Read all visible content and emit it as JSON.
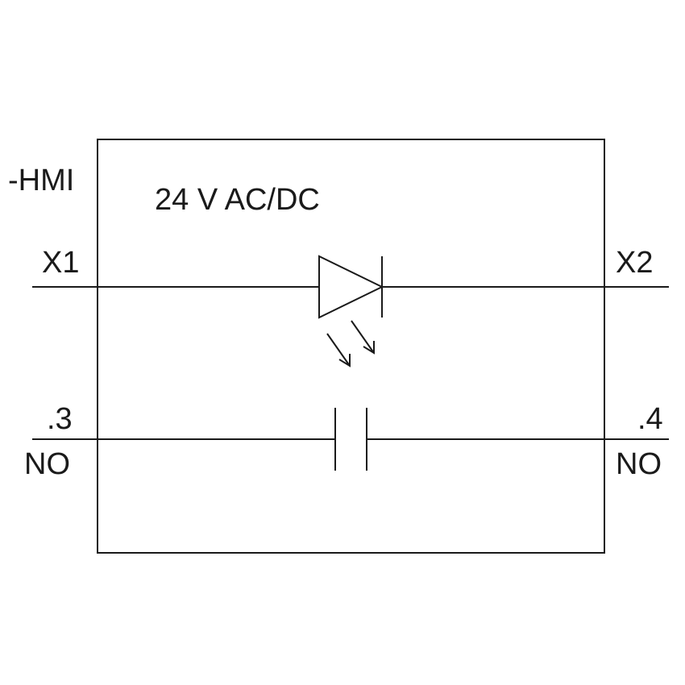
{
  "diagram": {
    "device_tag": "-HMI",
    "voltage": "24 V AC/DC",
    "terminals": {
      "x1": "X1",
      "x2": "X2",
      "contact_left_number": ".3",
      "contact_left_type": "NO",
      "contact_right_number": ".4",
      "contact_right_type": "NO"
    }
  }
}
